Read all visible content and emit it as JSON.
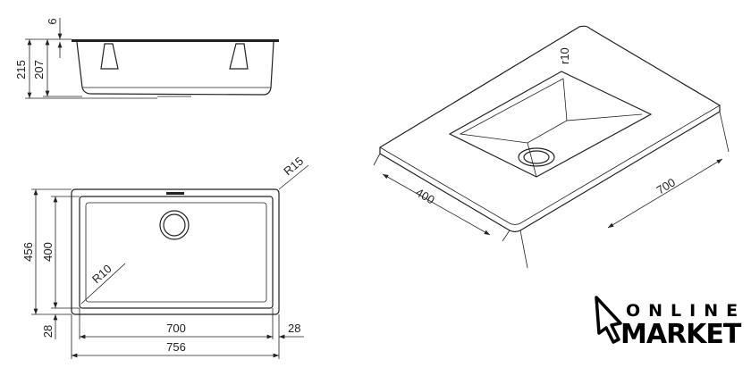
{
  "side_view": {
    "dim_total_height": "215",
    "dim_bowl_height": "207",
    "dim_rim": "6"
  },
  "top_view": {
    "dim_outer_depth": "456",
    "dim_inner_depth": "400",
    "dim_corner_radius_outer": "R15",
    "dim_corner_radius_inner": "R10",
    "dim_inner_width": "700",
    "dim_outer_width": "756",
    "dim_margin_bottom": "28",
    "dim_margin_right": "28"
  },
  "iso_view": {
    "dim_radius": "r10",
    "dim_depth": "400",
    "dim_width": "700"
  },
  "logo": {
    "line1": "ONLINE",
    "line2": "MARKET"
  }
}
